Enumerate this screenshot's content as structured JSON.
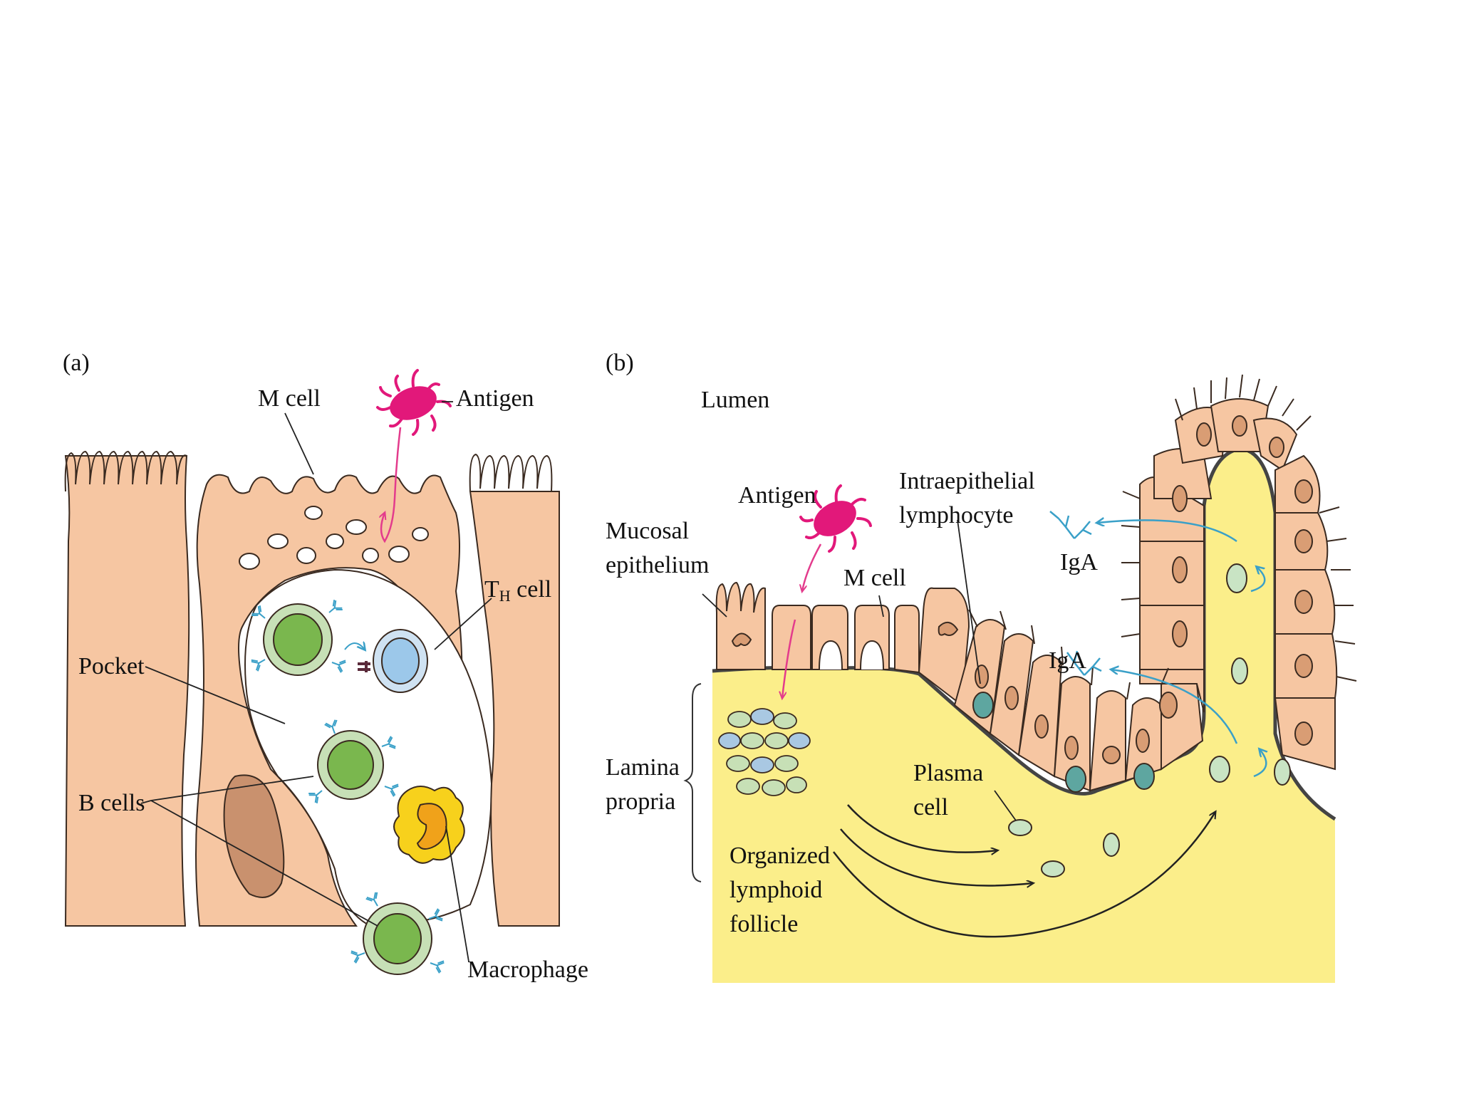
{
  "panel_a": {
    "tag": "(a)",
    "labels": {
      "m_cell": "M cell",
      "antigen": "Antigen",
      "th_cell_main": "T",
      "th_cell_sub": "H",
      "th_cell_rest": " cell",
      "pocket": "Pocket",
      "b_cells": "B cells",
      "macrophage": "Macrophage"
    }
  },
  "panel_b": {
    "tag": "(b)",
    "labels": {
      "lumen": "Lumen",
      "antigen": "Antigen",
      "intraepithelial_line1": "Intraepithelial",
      "intraepithelial_line2": "lymphocyte",
      "mucosal_line1": "Mucosal",
      "mucosal_line2": "epithelium",
      "m_cell": "M cell",
      "iga_top": "IgA",
      "iga_mid": "IgA",
      "lamina_line1": "Lamina",
      "lamina_line2": "propria",
      "plasma_line1": "Plasma",
      "plasma_line2": "cell",
      "follicle_line1": "Organized",
      "follicle_line2": "lymphoid",
      "follicle_line3": "follicle"
    }
  },
  "colors": {
    "epithelium": "#f6c6a2",
    "nucleus_epi": "#d99d74",
    "lamina_propria": "#fbee8a",
    "antigen": "#e2187a",
    "antigen_arrow": "#e33b8c",
    "b_cell_outer": "#c7e0b6",
    "b_cell_inner": "#7ab74e",
    "th_cell_outer": "#cfe2f2",
    "th_cell_inner": "#9cc8ea",
    "macrophage": "#f7d11c",
    "macrophage_nucleus": "#f0a21a",
    "antibody": "#3aa0c8",
    "intraepithelial": "#5ea6a0",
    "plasma_cell": "#c9e4c4"
  }
}
